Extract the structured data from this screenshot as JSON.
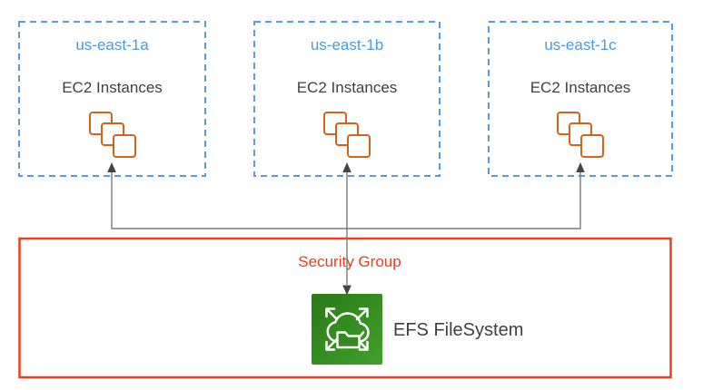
{
  "diagram": {
    "availability_zones": [
      {
        "name": "us-east-1a",
        "label": "EC2 Instances"
      },
      {
        "name": "us-east-1b",
        "label": "EC2 Instances"
      },
      {
        "name": "us-east-1c",
        "label": "EC2 Instances"
      }
    ],
    "security_group": {
      "label": "Security Group"
    },
    "efs": {
      "label": "EFS FileSystem"
    },
    "icons": {
      "ec2": "ec2-instances-stack-icon",
      "efs": "efs-cloud-folder-icon"
    },
    "connections": [
      {
        "from": "EFS FileSystem",
        "to": "EC2 Instances (us-east-1a)",
        "arrow": "up"
      },
      {
        "from": "EFS FileSystem",
        "to": "EC2 Instances (us-east-1b)",
        "arrow": "both"
      },
      {
        "from": "EFS FileSystem",
        "to": "EC2 Instances (us-east-1c)",
        "arrow": "up"
      }
    ]
  },
  "colors": {
    "az_border": "#5B9BD5",
    "az_title": "#4D9AD5",
    "text_dark": "#404040",
    "ec2_orange": "#D2631E",
    "line_gray": "#7A7A7A",
    "arrow_dark": "#454545",
    "sg_red": "#E8401F",
    "efs_green_1": "#2A7A16",
    "efs_green_2": "#41A02C",
    "bg": "#FFFFFF"
  }
}
